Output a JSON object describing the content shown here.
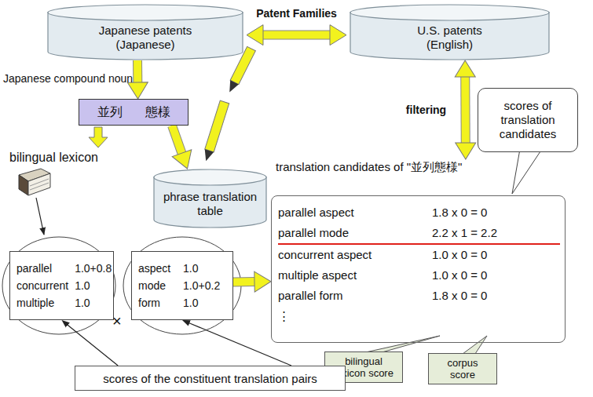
{
  "diagram": {
    "nodes": [
      {
        "text": [
          "Japanese patents (Japanese)"
        ]
      },
      {
        "text": [
          "U.S. patents (English)"
        ]
      },
      {
        "text": [
          "scores of translation candidates"
        ]
      },
      {
        "text": [
          "並列",
          "態様"
        ]
      },
      {
        "text": [
          "phrase translation table"
        ]
      },
      {
        "text": [
          "translation candidates of \"並列態様\"",
          "parallel aspect",
          "1.8 x 0 = 0",
          "parallel mode",
          "2.2 x 1 = 2.2",
          "concurrent aspect",
          "1.0 x 0 = 0",
          "multiple aspect",
          "1.0 x 0 = 0",
          "parallel form",
          "1.8 x 0 = 0",
          "⋮"
        ]
      },
      {
        "text": [
          "parallel",
          "1.0+0.8",
          "concurrent",
          "1.0",
          "multiple",
          "1.0"
        ]
      },
      {
        "text": [
          "aspect",
          "1.0",
          "mode",
          "1.0+0.2",
          "form",
          "1.0"
        ]
      },
      {
        "text": [
          "bilingual lexicon score"
        ]
      },
      {
        "text": [
          "corpus score"
        ]
      },
      {
        "text": [
          "scores of the constituent translation pairs"
        ]
      }
    ],
    "edges": [
      {
        "from": 0,
        "to": 1,
        "arrow": "both",
        "label": "Patent Families"
      },
      {
        "from": 0,
        "to": 3,
        "arrow": "to"
      },
      {
        "from": 3,
        "to": 4,
        "arrow": "to"
      },
      {
        "from": 1,
        "to": 5,
        "arrow": "both",
        "label": "filtering"
      },
      {
        "from": 7,
        "to": 5,
        "arrow": "to"
      },
      {
        "from": 10,
        "to": 6,
        "arrow": "to"
      },
      {
        "from": 10,
        "to": 7,
        "arrow": "to"
      }
    ],
    "labels": [
      "Japanese compound noun",
      "bilingual lexicon",
      "×"
    ]
  }
}
